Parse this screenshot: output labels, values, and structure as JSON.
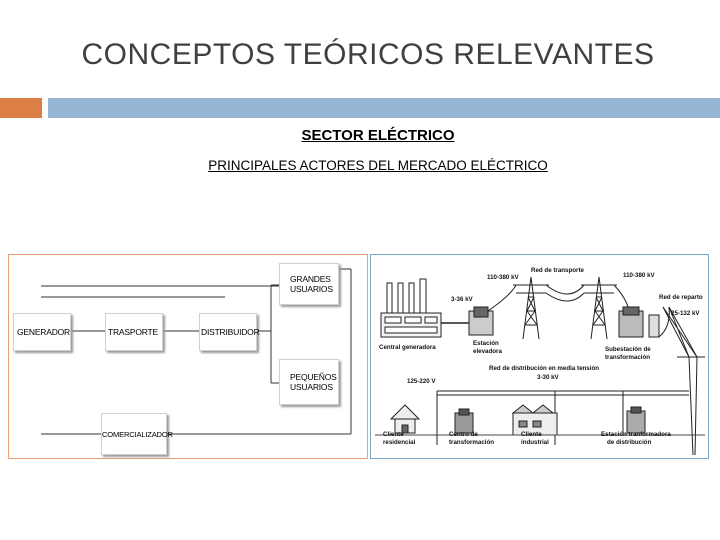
{
  "slide": {
    "title": "CONCEPTOS TEÓRICOS RELEVANTES",
    "subtitle": "SECTOR ELÉCTRICO",
    "subline": "PRINCIPALES ACTORES DEL MERCADO ELÉCTRICO"
  },
  "left_diagram": {
    "generador": "GENERADOR",
    "transporte": "TRASPORTE",
    "distribuidor": "DISTRIBUIDOR",
    "grandes_line1": "GRANDES",
    "grandes_line2": "USUARIOS",
    "pequenos_line1": "PEQUEÑOS",
    "pequenos_line2": "USUARIOS",
    "comercializador": "COMERCIALIZADOR"
  },
  "right_diagram": {
    "red_transporte": "Red de transporte",
    "v_110_380_left": "110-380 kV",
    "v_110_380_right": "110-380 kV",
    "v_3_36": "3-36 kV",
    "red_reparto": "Red de reparto",
    "v_25_132": "25-132 kV",
    "central_generadora": "Central generadora",
    "estacion_line1": "Estación",
    "estacion_line2": "elevadora",
    "subestacion_line1": "Subestación de",
    "subestacion_line2": "transformación",
    "red_distribucion": "Red de distribución en media tensión",
    "v_3_30": "3-30 kV",
    "v_125_220": "125-220 V",
    "cliente_res_line1": "Cliente",
    "cliente_res_line2": "residencial",
    "centro_line1": "Centro de",
    "centro_line2": "transformación",
    "cliente_ind_line1": "Cliente",
    "cliente_ind_line2": "industrial",
    "estacion_tr_line1": "Estación tranformadora",
    "estacion_tr_line2": "de distribución"
  }
}
